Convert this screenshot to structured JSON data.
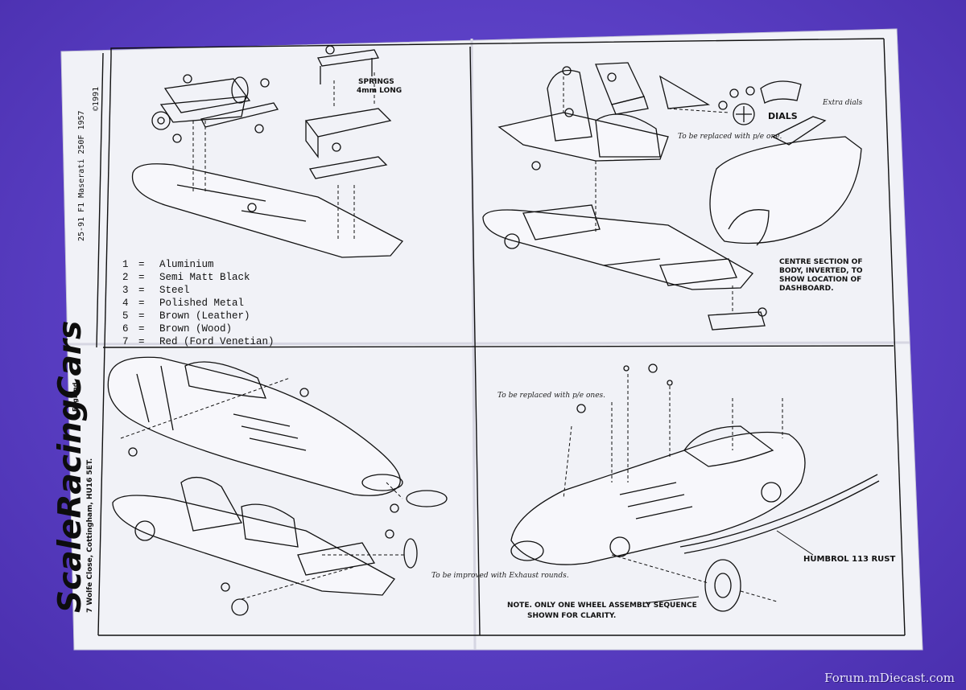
{
  "kit": {
    "title": "25-91 F1 Maserati 250F 1957",
    "year": "©1991"
  },
  "brand": {
    "name": "ScaleRacingCars",
    "country": "England",
    "address": "7 Wolfe Close, Cottingham, HU16 5ET."
  },
  "legend": [
    {
      "num": "1",
      "label": "Aluminium"
    },
    {
      "num": "2",
      "label": "Semi Matt Black"
    },
    {
      "num": "3",
      "label": "Steel"
    },
    {
      "num": "4",
      "label": "Polished Metal"
    },
    {
      "num": "5",
      "label": "Brown (Leather)"
    },
    {
      "num": "6",
      "label": "Brown (Wood)"
    },
    {
      "num": "7",
      "label": "Red (Ford Venetian)"
    }
  ],
  "notes": {
    "springs": "SPRINGS",
    "springs_size": "4mm LONG",
    "dials": "DIALS",
    "extra_dials": "Extra dials",
    "replace_pe": "To be replaced with p/e one.",
    "centre_section": "CENTRE SECTION OF BODY, INVERTED, TO SHOW LOCATION OF DASHBOARD.",
    "replace_pe_ones": "To be replaced with p/e ones.",
    "exhaust": "To be improved with Exhaust rounds.",
    "humbrol": "HUMBROL 113 RUST",
    "wheel_note": "NOTE. ONLY ONE WHEEL ASSEMBLY SEQUENCE SHOWN FOR CLARITY."
  },
  "watermark": "Forum.mDiecast.com",
  "colors": {
    "background": "#5a3fc4",
    "paper": "#f2f3f8",
    "ink": "#141414"
  }
}
